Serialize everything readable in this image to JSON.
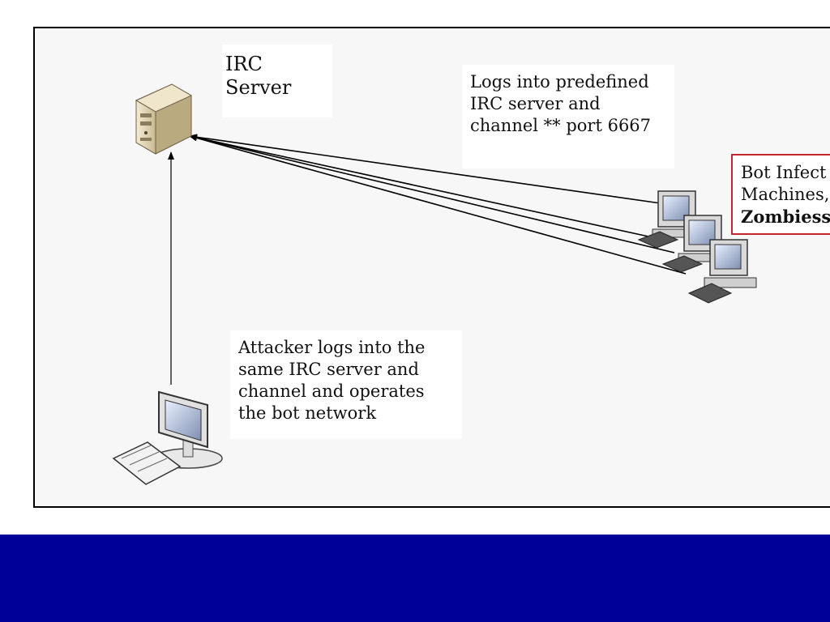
{
  "irc_server": {
    "line1": "IRC",
    "line2": "Server",
    "icon": "server-tower-icon"
  },
  "login_note": {
    "text": "Logs into predefined\nIRC server and\nchannel ** port 6667"
  },
  "bots": {
    "line1": "Bot Infect",
    "line2": "Machines,",
    "line3": "Zombiess",
    "icon": "zombie-pc-cluster-icon",
    "border_color": "#c0282d"
  },
  "attacker_note": {
    "text": "Attacker logs into the\nsame IRC server and\nchannel and operates\nthe bot network",
    "icon": "attacker-workstation-icon"
  },
  "colors": {
    "footer": "#000099",
    "frame_bg": "#f7f7f7"
  }
}
